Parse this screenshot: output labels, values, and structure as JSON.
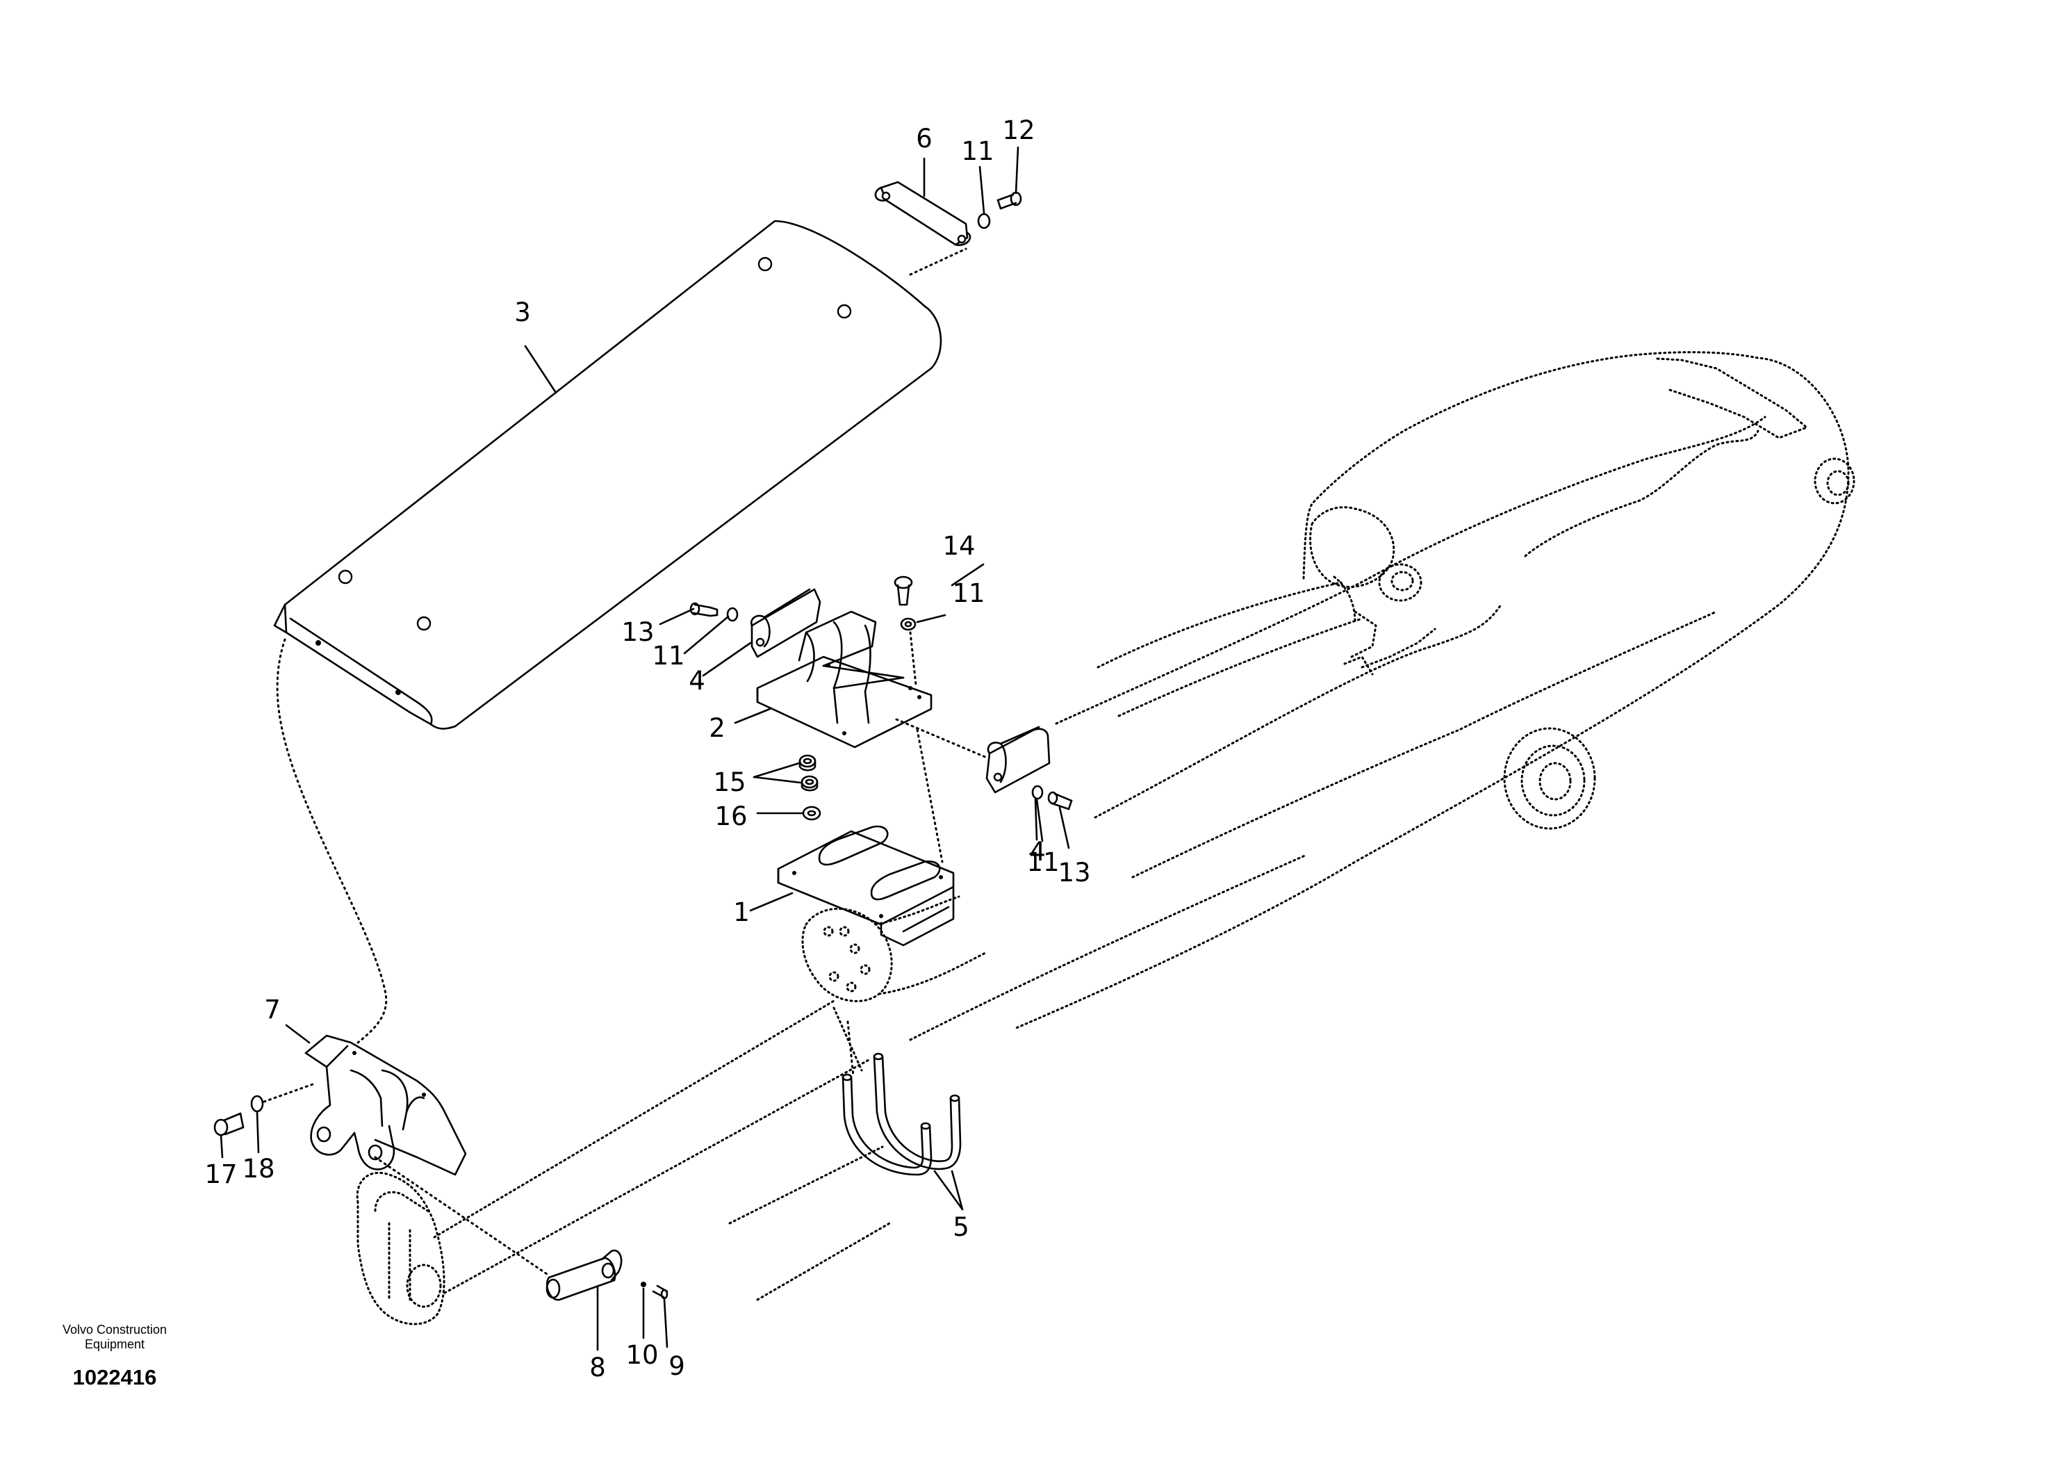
{
  "diagram": {
    "callouts": [
      "1",
      "2",
      "3",
      "4",
      "4",
      "5",
      "6",
      "7",
      "8",
      "9",
      "10",
      "11",
      "11",
      "11",
      "11",
      "12",
      "13",
      "13",
      "14",
      "15",
      "16",
      "17",
      "18"
    ]
  },
  "footer": {
    "manufacturer_line1": "Volvo Construction",
    "manufacturer_line2": "Equipment",
    "illustration_number": "1022416"
  }
}
